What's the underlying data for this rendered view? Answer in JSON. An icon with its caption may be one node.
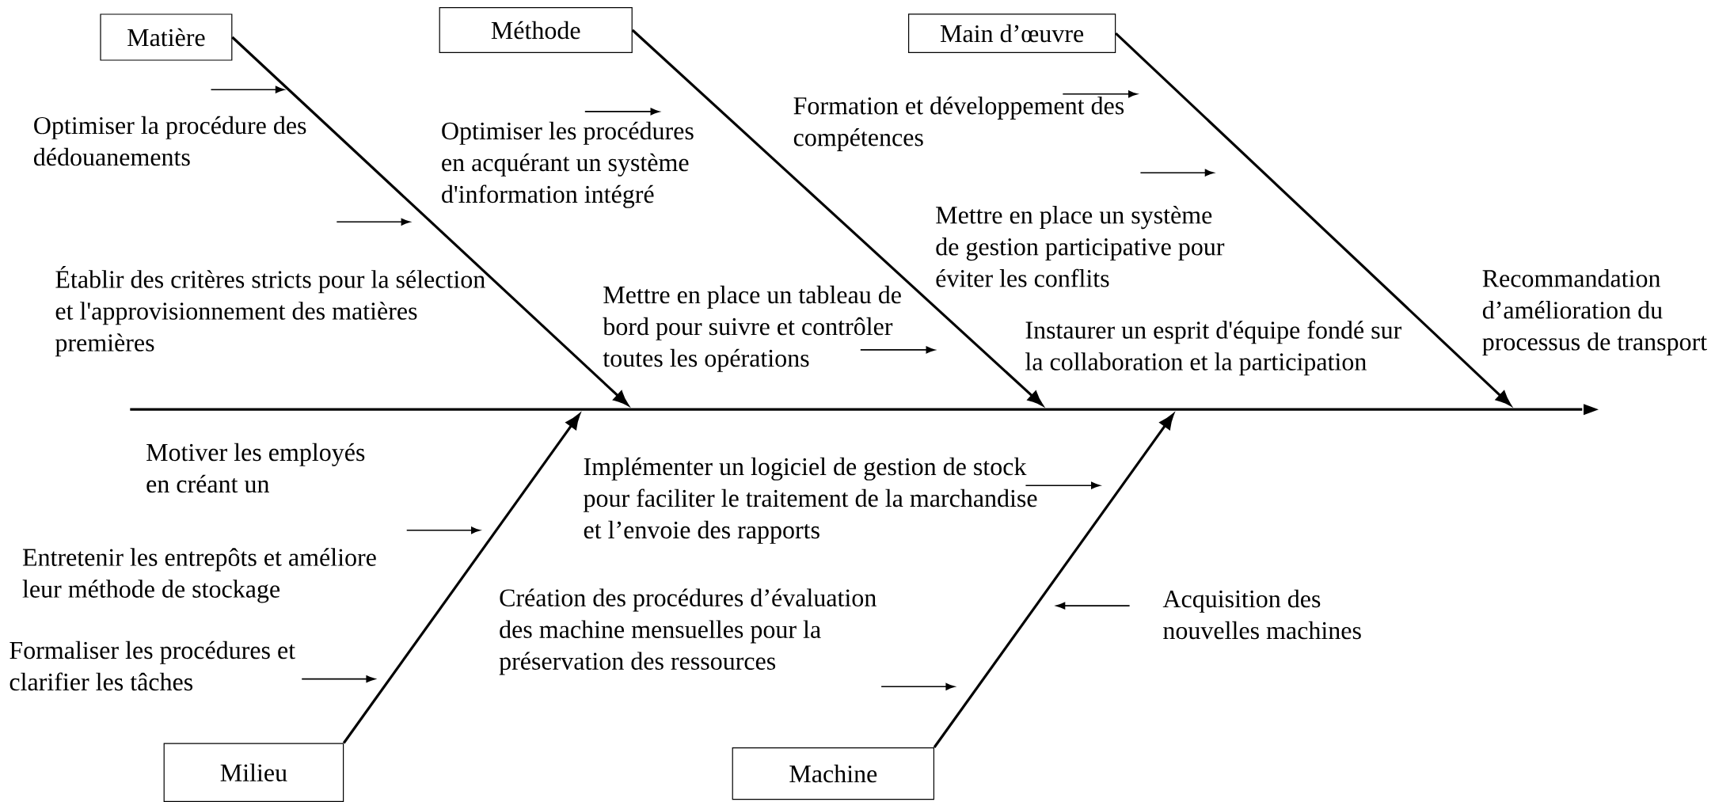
{
  "diagram": {
    "nodes": [
      {
        "text": [
          "Matière"
        ]
      },
      {
        "text": [
          "Méthode"
        ]
      },
      {
        "text": [
          "Main d’œuvre"
        ]
      },
      {
        "text": [
          "Milieu"
        ]
      },
      {
        "text": [
          "Machine"
        ]
      },
      {
        "text": [],
        "shape": "bar"
      }
    ],
    "edges": [
      {
        "from": 0,
        "to": 5,
        "arrow": "to"
      },
      {
        "from": 1,
        "to": 5,
        "arrow": "to"
      },
      {
        "from": 2,
        "to": 5,
        "arrow": "to"
      },
      {
        "from": 3,
        "to": 5,
        "arrow": "to"
      },
      {
        "from": 4,
        "to": 5,
        "arrow": "to"
      }
    ],
    "labels": [
      "Optimiser la procédure des dédouanements",
      "Établir des critères stricts pour la sélection et l'approvisionnement des matières premières",
      "Optimiser les procédures en acquérant un système d'information intégré",
      "Mettre en place un tableau de bord pour suivre et contrôler toutes les opérations",
      "Formation et développement des compétences",
      "Mettre en place un système de gestion participative pour éviter les conflits",
      "Instaurer un esprit d'équipe fondé sur la collaboration et la participation",
      "Recommandation d’amélioration du processus de transport",
      "Motiver les employés en créant un",
      "Entretenir les entrepôts et améliore leur méthode de stockage",
      "Formaliser les procédures et clarifier les tâches",
      "Implémenter un logiciel de gestion de stock pour faciliter le traitement de la marchandise et l’envoie des rapports",
      "Création des procédures d’évaluation des machine mensuelles pour la préservation des ressources",
      "Acquisition des nouvelles machines"
    ]
  }
}
